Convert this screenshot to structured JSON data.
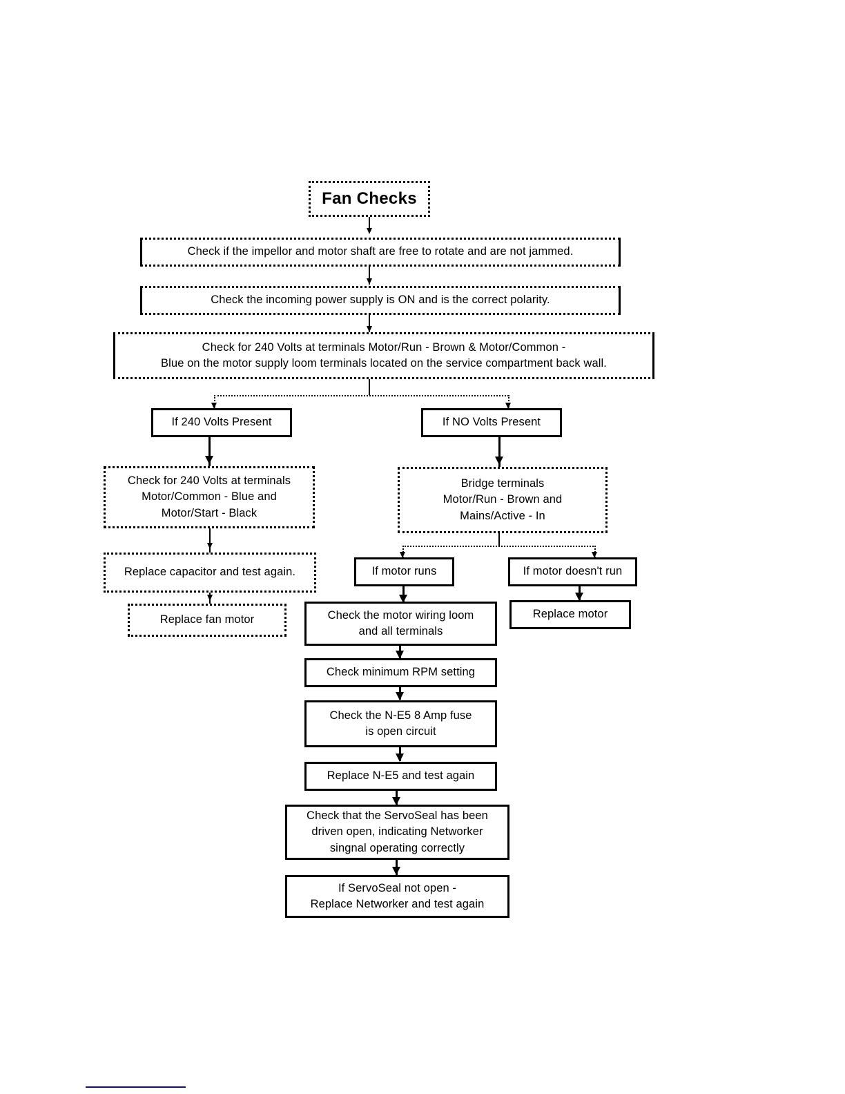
{
  "document": {
    "title": "Fan Checks",
    "type": "troubleshooting-flowchart"
  },
  "nodes": {
    "title_box": "Fan Checks",
    "step_impellor": "Check if the impellor and motor shaft are free to rotate and are not jammed.",
    "step_power": "Check the incoming power supply is ON and is the correct polarity.",
    "step_240v": "Check for 240 Volts at terminals Motor/Run - Brown & Motor/Common -\nBlue on the motor supply loom terminals located on the service compartment back wall.",
    "branch_volts_present": "If 240 Volts Present",
    "branch_no_volts": "If NO Volts Present",
    "check_terminals": "Check for 240 Volts at terminals\nMotor/Common - Blue and\nMotor/Start - Black",
    "bridge_terminals": "Bridge terminals\nMotor/Run - Brown and\nMains/Active - In",
    "replace_capacitor": "Replace capacitor and test again.",
    "replace_fan_motor": "Replace fan motor",
    "if_motor_runs": "If motor runs",
    "if_motor_doesnt_run": "If motor doesn't run",
    "replace_motor": "Replace motor",
    "check_wiring_loom": "Check the motor wiring loom\nand all terminals",
    "check_rpm": "Check minimum RPM setting",
    "check_fuse": "Check the N-E5 8 Amp fuse\nis open circuit",
    "replace_ne5": "Replace N-E5 and test again",
    "check_servoseal": "Check that the ServoSeal has been\ndriven open, indicating Networker\nsingnal operating correctly",
    "replace_networker": "If ServoSeal not open -\nReplace Networker and test again"
  },
  "chart_data": {
    "type": "flowchart",
    "title": "Fan Checks",
    "nodes": [
      {
        "id": "title",
        "label": "Fan Checks",
        "border": "dotted",
        "bold": true
      },
      {
        "id": "n1",
        "label": "Check if the impellor and motor shaft are free to rotate and are not jammed.",
        "border": "mixed"
      },
      {
        "id": "n2",
        "label": "Check the incoming power supply is ON and is the correct polarity.",
        "border": "mixed"
      },
      {
        "id": "n3",
        "label": "Check for 240 Volts at terminals Motor/Run - Brown & Motor/Common - Blue on the motor supply loom terminals located on the service compartment back wall.",
        "border": "mixed"
      },
      {
        "id": "n4a",
        "label": "If 240 Volts Present",
        "border": "solid"
      },
      {
        "id": "n4b",
        "label": "If NO Volts Present",
        "border": "solid"
      },
      {
        "id": "n5a",
        "label": "Check for 240 Volts at terminals Motor/Common - Blue and Motor/Start - Black",
        "border": "dotted"
      },
      {
        "id": "n5b",
        "label": "Bridge terminals Motor/Run - Brown and Mains/Active - In",
        "border": "dotted"
      },
      {
        "id": "n6a",
        "label": "Replace capacitor and test again.",
        "border": "dotted"
      },
      {
        "id": "n7a",
        "label": "Replace fan motor",
        "border": "dotted"
      },
      {
        "id": "n6b",
        "label": "If motor runs",
        "border": "solid"
      },
      {
        "id": "n6c",
        "label": "If motor doesn't run",
        "border": "solid"
      },
      {
        "id": "n7c",
        "label": "Replace motor",
        "border": "solid"
      },
      {
        "id": "n7b",
        "label": "Check the motor wiring loom and all terminals",
        "border": "solid"
      },
      {
        "id": "n8",
        "label": "Check minimum RPM setting",
        "border": "solid"
      },
      {
        "id": "n9",
        "label": "Check the N-E5 8 Amp fuse is open circuit",
        "border": "solid"
      },
      {
        "id": "n10",
        "label": "Replace N-E5 and test again",
        "border": "solid"
      },
      {
        "id": "n11",
        "label": "Check that the ServoSeal has been driven open, indicating Networker singnal operating correctly",
        "border": "solid"
      },
      {
        "id": "n12",
        "label": "If ServoSeal not open - Replace Networker and test again",
        "border": "solid"
      }
    ],
    "edges": [
      {
        "from": "title",
        "to": "n1"
      },
      {
        "from": "n1",
        "to": "n2"
      },
      {
        "from": "n2",
        "to": "n3"
      },
      {
        "from": "n3",
        "to": "n4a"
      },
      {
        "from": "n3",
        "to": "n4b"
      },
      {
        "from": "n4a",
        "to": "n5a"
      },
      {
        "from": "n4b",
        "to": "n5b"
      },
      {
        "from": "n5a",
        "to": "n6a"
      },
      {
        "from": "n6a",
        "to": "n7a"
      },
      {
        "from": "n5b",
        "to": "n6b"
      },
      {
        "from": "n5b",
        "to": "n6c"
      },
      {
        "from": "n6b",
        "to": "n7b"
      },
      {
        "from": "n6c",
        "to": "n7c"
      },
      {
        "from": "n7b",
        "to": "n8"
      },
      {
        "from": "n8",
        "to": "n9"
      },
      {
        "from": "n9",
        "to": "n10"
      },
      {
        "from": "n10",
        "to": "n11"
      },
      {
        "from": "n11",
        "to": "n12"
      }
    ]
  },
  "colors": {
    "ink": "#000000",
    "page": "#ffffff",
    "footer_rule": "#10107a"
  }
}
